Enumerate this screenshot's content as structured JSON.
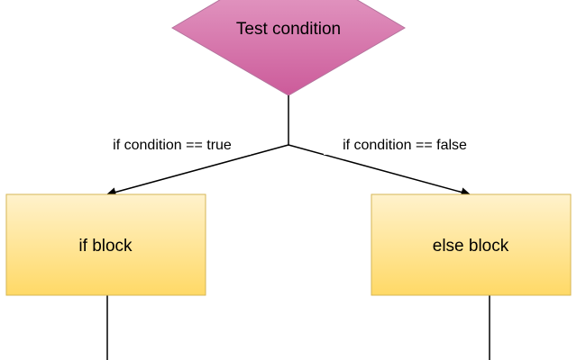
{
  "diagram": {
    "decision": {
      "label": "Test condition"
    },
    "branches": {
      "true_label": "if condition == true",
      "false_label": "if condition == false"
    },
    "blocks": {
      "if_block": "if block",
      "else_block": "else block"
    }
  },
  "colors": {
    "decision_top": "#e8a8cc",
    "decision_bottom": "#cc5b9a",
    "decision_stroke": "#b5739d",
    "block_top": "#fff2cc",
    "block_bottom": "#ffd966",
    "block_stroke": "#d6b656",
    "line": "#000000"
  }
}
